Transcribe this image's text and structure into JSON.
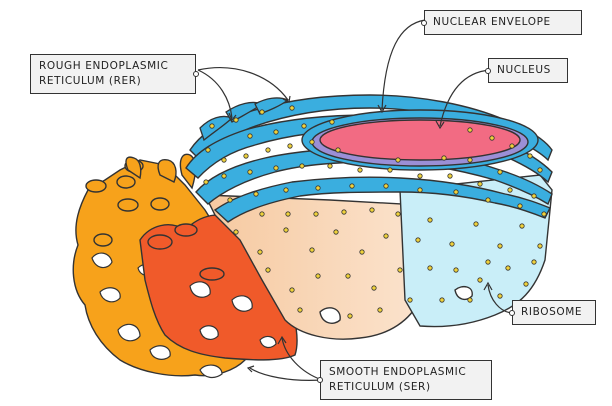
{
  "labels": {
    "rer": {
      "line1": "ROUGH  ENDOPLASMIC",
      "line2": "RETICULUM  (RER)"
    },
    "nuclear_envelope": "NUCLEAR  ENVELOPE",
    "nucleus": "NUCLEUS",
    "ribosome": "RIBOSOME",
    "ser": {
      "line1": "SMOOTH  ENDOPLASMIC",
      "line2": "RETICULUM  (SER)"
    }
  },
  "colors": {
    "rer_membrane": "#3aaedf",
    "rer_lumen": "#c9eef8",
    "cytoplasm_peach": "#f8dcc0",
    "nucleus": "#f26b83",
    "nucleus_envelope_inner": "#9b8fd6",
    "ribosome": "#f0d23a",
    "ser_orange": "#f7a21b",
    "ser_red": "#f05a2a",
    "outline": "#333333"
  }
}
